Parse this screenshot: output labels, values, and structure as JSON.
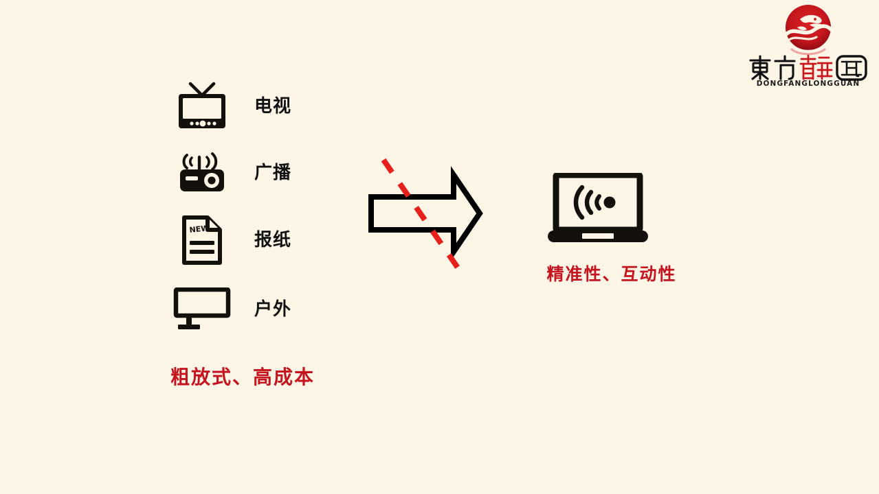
{
  "slide": {
    "background_color": "#fdf5e6",
    "accent_red": "#c41420",
    "ink_black": "#111111"
  },
  "logo": {
    "emblem_name": "dragon-circle-emblem",
    "emblem_color": "#c8161d",
    "wordmark": "東方龍冠",
    "pinyin": "DONGFANGLONGGUAN"
  },
  "left_panel": {
    "caption": "粗放式、高成本",
    "caption_color": "#c41420",
    "items": [
      {
        "label": "电视",
        "icon": "television-icon"
      },
      {
        "label": "广播",
        "icon": "radio-broadcast-icon"
      },
      {
        "label": "报纸",
        "icon": "newspaper-icon",
        "badge_text": "NEW"
      },
      {
        "label": "户外",
        "icon": "billboard-outdoor-icon"
      }
    ]
  },
  "center": {
    "arrow_icon": "right-arrow-outline-icon",
    "arrow_color": "#000000",
    "cross_icon": "red-dashed-strikethrough-icon",
    "cross_color": "#e8201c"
  },
  "right_panel": {
    "icon": "laptop-wireless-icon",
    "icon_color": "#14110d",
    "caption": "精准性、互动性",
    "caption_color": "#c41420"
  }
}
